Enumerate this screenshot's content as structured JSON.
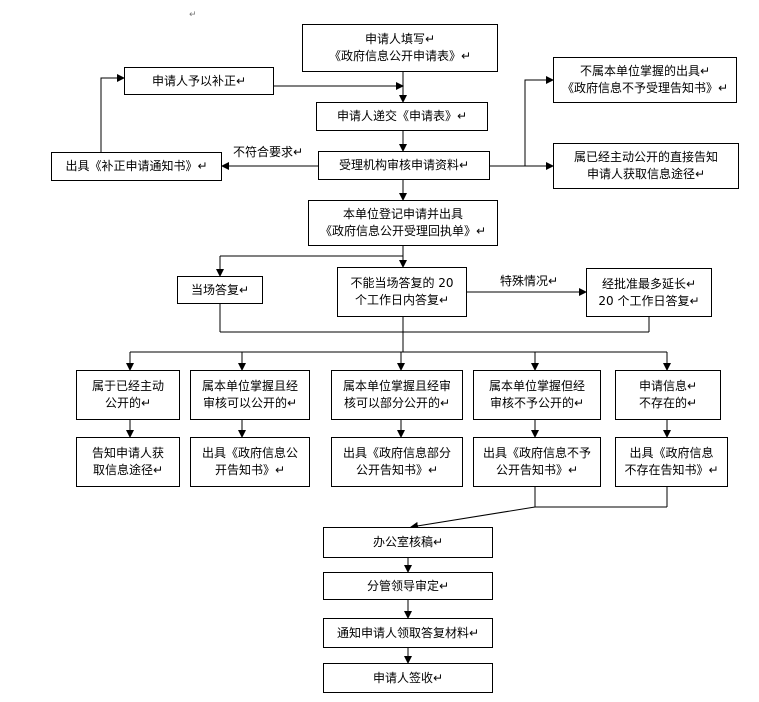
{
  "nodes": {
    "fill_form": [
      "申请人填写↵",
      "《政府信息公开申请表》↵"
    ],
    "supplement": [
      "申请人予以补正↵"
    ],
    "not_held": [
      "不属本单位掌握的出具↵",
      "《政府信息不予受理告知书》↵"
    ],
    "submit": [
      "申请人递交《申请表》↵"
    ],
    "correction_notice": [
      "出具《补正申请通知书》↵"
    ],
    "review": [
      "受理机构审核申请资料↵"
    ],
    "already_public": [
      "属已经主动公开的直接告知",
      "申请人获取信息途径↵"
    ],
    "register": [
      "本单位登记申请并出具",
      "《政府信息公开受理回执单》↵"
    ],
    "immediate": [
      "当场答复↵"
    ],
    "within20": [
      "不能当场答复的 20",
      "个工作日内答复↵"
    ],
    "extended": [
      "经批准最多延长↵",
      "20 个工作日答复↵"
    ],
    "case1": [
      "属于已经主动",
      "公开的↵"
    ],
    "case2": [
      "属本单位掌握且经",
      "审核可以公开的↵"
    ],
    "case3": [
      "属本单位掌握且经审",
      "核可以部分公开的↵"
    ],
    "case4": [
      "属本单位掌握但经",
      "审核不予公开的↵"
    ],
    "case5": [
      "申请信息↵",
      "不存在的↵"
    ],
    "out1": [
      "告知申请人获",
      "取信息途径↵"
    ],
    "out2": [
      "出具《政府信息公",
      "开告知书》↵"
    ],
    "out3": [
      "出具《政府信息部分",
      "公开告知书》↵"
    ],
    "out4": [
      "出具《政府信息不予",
      "公开告知书》↵"
    ],
    "out5": [
      "出具《政府信息",
      "不存在告知书》↵"
    ],
    "office_check": [
      "办公室核稿↵"
    ],
    "leader_review": [
      "分管领导审定↵"
    ],
    "notify": [
      "通知申请人领取答复材料↵"
    ],
    "sign": [
      "申请人签收↵"
    ]
  },
  "labels": {
    "not_compliant": "不符合要求↵",
    "special": "特殊情况↵"
  },
  "marks": {
    "top": "↵"
  }
}
